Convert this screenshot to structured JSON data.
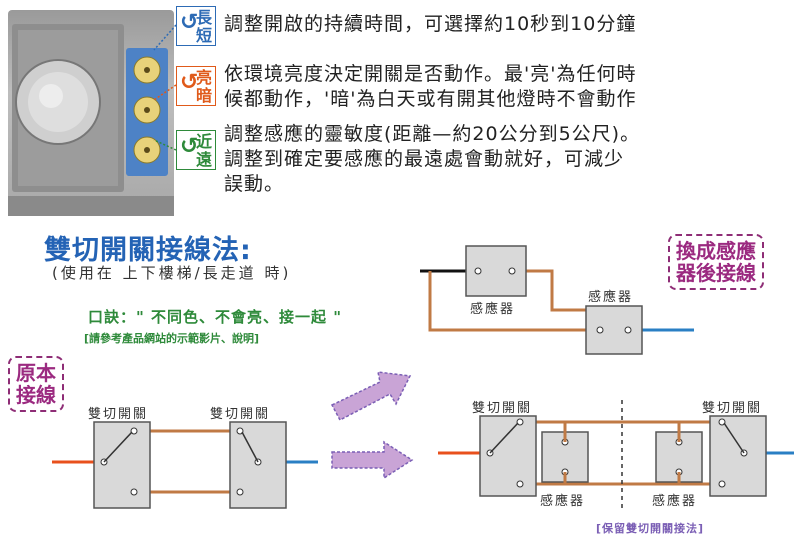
{
  "sensor_panel": {
    "knobs": [
      {
        "label_top": "長",
        "label_bottom": "短",
        "arrow_color": "#2d6bb5",
        "text_color": "#2d6bb5"
      },
      {
        "label_top": "亮",
        "label_bottom": "暗",
        "arrow_color": "#e05a1a",
        "text_color": "#e05a1a"
      },
      {
        "label_top": "近",
        "label_bottom": "遠",
        "arrow_color": "#2e8a3a",
        "text_color": "#2e8a3a"
      }
    ],
    "descriptions": {
      "time": "調整開啟的持續時間，可選擇約10秒到10分鐘",
      "light_line1": "依環境亮度決定開關是否動作。最'亮'為任何時",
      "light_line2": "候都動作，'暗'為白天或有開其他燈時不會動作",
      "dist_line1": "調整感應的靈敏度(距離—約20公分到5公尺)。",
      "dist_line2": "調整到確定要感應的最遠處會動就好，可減少",
      "dist_line3": "誤動。"
    }
  },
  "wiring": {
    "title": "雙切開關接線法:",
    "subtitle": "(使用在 上下樓梯/長走道 時)",
    "mnemonic": "口訣：\" 不同色、不會亮、接一起 \"",
    "mnemonic_note": "[請參考產品網站的示範影片、說明]",
    "badge_original": [
      "原本",
      "接線"
    ],
    "badge_replaced": [
      "換成感應",
      "器後接線"
    ],
    "switch_label": "雙切開關",
    "sensor_label": "感應器",
    "footer": "[保留雙切開關接法]"
  },
  "colors": {
    "live_wire": "#e8501c",
    "neutral_wire": "#2a7fc4",
    "link_wire": "#c07a45",
    "black_wire": "#111111",
    "accent_blue": "#2463b5",
    "badge_purple": "#9b2a80"
  }
}
